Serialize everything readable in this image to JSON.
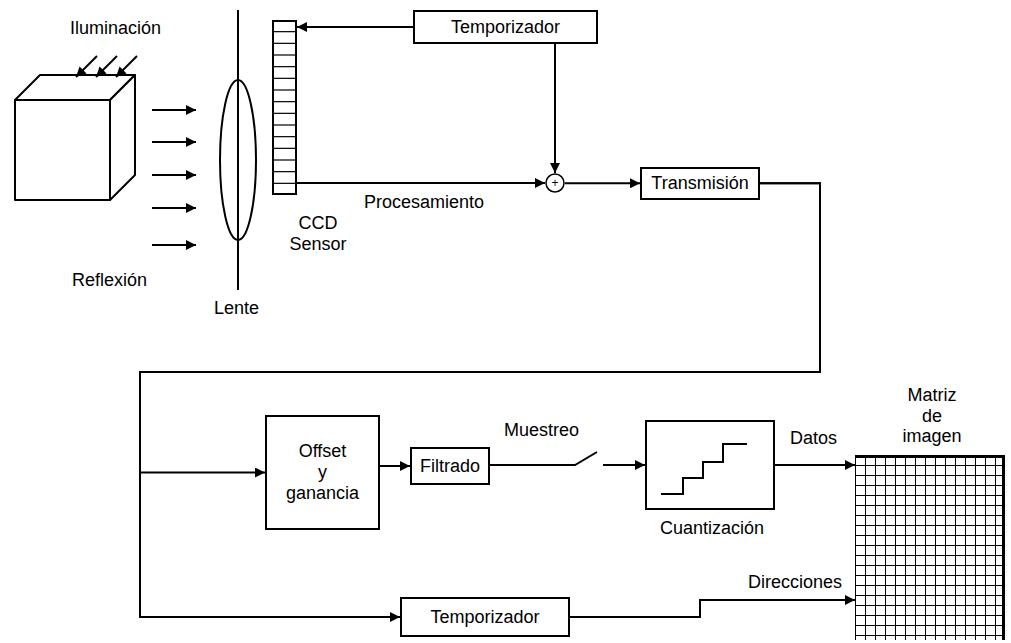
{
  "diagram": {
    "nodes": [
      {
        "text": [
          "CCD Sensor"
        ]
      },
      {
        "text": [
          "Temporizador"
        ]
      },
      {
        "text": [
          "+"
        ]
      },
      {
        "text": [
          "Transmisión"
        ]
      },
      {
        "text": [
          "Offset y ganancia"
        ]
      },
      {
        "text": [
          "Filtrado"
        ]
      },
      {
        "text": [
          "Cuantización"
        ]
      },
      {
        "text": [
          "Matriz de imagen"
        ]
      },
      {
        "text": [
          "Temporizador"
        ]
      }
    ],
    "edges": [
      {
        "from": 1,
        "to": 0,
        "arrow": "to"
      },
      {
        "from": 0,
        "to": 2,
        "label": "Procesamiento",
        "arrow": "to"
      },
      {
        "from": 1,
        "to": 2,
        "arrow": "to"
      },
      {
        "from": 2,
        "to": 3,
        "arrow": "to"
      },
      {
        "from": 3,
        "to": 4,
        "arrow": "to"
      },
      {
        "from": 3,
        "to": 8,
        "arrow": "to"
      },
      {
        "from": 4,
        "to": 5,
        "arrow": "to"
      },
      {
        "from": 5,
        "to": 6,
        "label": "Muestreo",
        "arrow": "to"
      },
      {
        "from": 6,
        "to": 7,
        "label": "Datos",
        "arrow": "to"
      },
      {
        "from": 8,
        "to": 7,
        "label": "Direcciones",
        "arrow": "to"
      }
    ],
    "labels": [
      "Iluminación",
      "Reflexión",
      "Lente"
    ]
  }
}
